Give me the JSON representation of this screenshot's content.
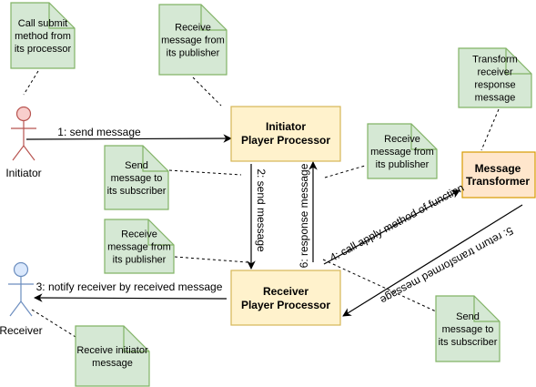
{
  "colors": {
    "note_fill": "#d5e8d4",
    "note_stroke": "#82b366",
    "processor_fill": "#fff2cc",
    "processor_stroke": "#d6b656",
    "transformer_fill": "#ffe6cc",
    "transformer_stroke": "#d79b00",
    "initiator_fill": "#f8cecc",
    "initiator_stroke": "#b85450",
    "receiver_fill": "#dae8fc",
    "receiver_stroke": "#6c8ebf",
    "line": "#000000"
  },
  "actors": {
    "initiator": {
      "label": "Initiator",
      "icon": "person-icon"
    },
    "receiver": {
      "label": "Receiver",
      "icon": "person-icon"
    }
  },
  "boxes": {
    "initiator_processor": {
      "line1": "Initiator",
      "line2": "Player Processor"
    },
    "receiver_processor": {
      "line1": "Receiver",
      "line2": "Player Processor"
    },
    "message_transformer": {
      "line1": "Message",
      "line2": "Transformer"
    }
  },
  "notes": {
    "call_submit": [
      "Call submit",
      "method from",
      "its processor"
    ],
    "receive_from_publisher_top": [
      "Receive",
      "message from",
      "its publisher"
    ],
    "transform_receiver": [
      "Transform",
      "receiver",
      "response",
      "message"
    ],
    "send_to_subscriber_left": [
      "Send",
      "message to",
      "its subscriber"
    ],
    "receive_from_publisher_right": [
      "Receive",
      "message from",
      "its publisher"
    ],
    "receive_from_publisher_mid": [
      "Receive",
      "message from",
      "its publisher"
    ],
    "receive_initiator": [
      "Receive initiator",
      "message"
    ],
    "send_to_subscriber_bottom": [
      "Send",
      "message to",
      "its subscriber"
    ]
  },
  "edges": {
    "e1": "1: send message",
    "e2": "2: send message",
    "e3": "3: notify receiver by received message",
    "e4": "4: call apply method of function",
    "e5": "5: return transformed message",
    "e6": "6: response message"
  }
}
